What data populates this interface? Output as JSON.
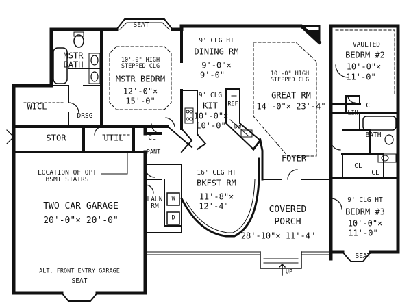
{
  "rooms": {
    "master_bath": {
      "l1": "MSTR",
      "l2": "BATH"
    },
    "master_bedroom": {
      "ceiling1": "10'-0\" HIGH",
      "ceiling2": "STEPPED CLG",
      "name": "MSTR BEDRM",
      "dim1": "12'-0\"×",
      "dim2": "15'-0\""
    },
    "wicl": "WICL",
    "dressing": "DRSG",
    "dining": {
      "ceiling": "9' CLG HT",
      "name": "DINING RM",
      "dim1": "9'-0\"×",
      "dim2": "9'-0\""
    },
    "great_room": {
      "ceiling1": "10'-0\" HIGH",
      "ceiling2": "STEPPED CLG",
      "name": "GREAT RM",
      "dim": "14'-0\"× 23'-4\""
    },
    "kitchen": {
      "ceiling": "9' CLG",
      "name": "KIT",
      "dim1": "10'-0\"×",
      "dim2": "10'-0\""
    },
    "ref": "REF",
    "dw": "DW",
    "bedroom2": {
      "ceiling": "VAULTED",
      "name": "BEDRM #2",
      "dim1": "10'-0\"×",
      "dim2": "11'-0\""
    },
    "closet_a": "CL",
    "closet_b": "CL",
    "closet_c": "CL",
    "closet_d": "CL",
    "linen": {
      "l1": "LIN"
    },
    "bath": "BATH",
    "storage": "STOR",
    "utility": "UTIL",
    "pantry": "PANT",
    "foyer": "FOYER",
    "breakfast": {
      "ceiling": "16' CLG HT",
      "name": "BKFST RM",
      "dim1": "11'-8\"×",
      "dim2": "12'-4\""
    },
    "laundry": {
      "l1": "LAUN",
      "l2": "RM",
      "w": "W",
      "d": "D"
    },
    "stairs_note": {
      "l1": "LOCATION OF OPT",
      "l2": "BSMT STAIRS"
    },
    "garage": {
      "name": "TWO CAR GARAGE",
      "dim": "20'-0\"× 20'-0\"",
      "note": "ALT. FRONT ENTRY GARAGE"
    },
    "porch": {
      "name1": "COVERED",
      "name2": "PORCH",
      "dim": "28'-10\"× 11'-4\""
    },
    "bedroom3": {
      "ceiling": "9' CLG HT",
      "name": "BEDRM #3",
      "dim1": "10'-0\"×",
      "dim2": "11'-0\""
    },
    "seat_top": "SEAT",
    "seat_garage": "SEAT",
    "seat_bed3": "SEAT",
    "up": "UP"
  }
}
